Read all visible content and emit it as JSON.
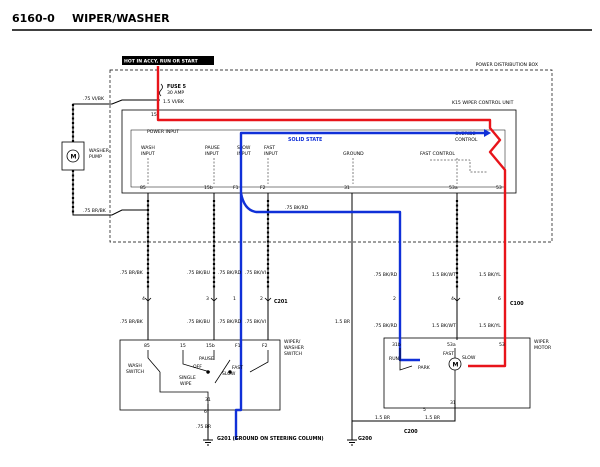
{
  "header": {
    "code": "6160-0",
    "title": "WIPER/WASHER"
  },
  "banner": "HOT IN ACCY, RUN OR START",
  "power_distribution_box": "POWER DISTRIBUTION BOX",
  "fuse": {
    "name": "FUSE 5",
    "rating": "30 AMP",
    "wire": "1.5 VI/BK"
  },
  "control_unit": {
    "title": "K15 WIPER CONTROL UNIT",
    "power_input": "POWER INPUT",
    "solid_state": "SOLID STATE",
    "override_control": [
      "OVERIDE",
      "CONTROL"
    ],
    "inputs": {
      "wash": [
        "WASH",
        "INPUT"
      ],
      "pause": [
        "PAUSE",
        "INPUT"
      ],
      "slow": [
        "SLOW",
        "INPUT"
      ],
      "fast": [
        "FAST",
        "INPUT"
      ],
      "ground": "GROUND",
      "fast_control": "FAST CONTROL"
    },
    "pins": [
      "15",
      "85",
      "15b",
      "F1",
      "F2",
      "31",
      "53a",
      "53"
    ]
  },
  "washer_pump": {
    "label": [
      "WASHER",
      "PUMP"
    ],
    "wire_top": ".75 VI/BK",
    "wire_bottom": ".75 BR/BK"
  },
  "wire_labels": {
    "upper": [
      ".75 BR/BK",
      ".75 BK/BU",
      ".75 BK/RD",
      ".75 BK/VI",
      ".75 BK/RD",
      "1.5 BK/WT",
      "1.5 BK/YL"
    ],
    "lower": [
      ".75 BR/BK",
      ".75 BK/BU",
      ".75 BK/RD",
      ".75 BK/VI",
      "1.5 BR",
      ".75 BK/RD",
      "1.5 BK/WT",
      "1.5 BK/YL"
    ],
    "cross_wire": ".75 BK/RD",
    "switch_ground": ".75 BR",
    "motor_ground": [
      "1.5 BR",
      "1.5 BR"
    ]
  },
  "connectors": {
    "c201": "C201",
    "c100": "C100",
    "c200": "C200",
    "c201_pins": [
      "4",
      "3",
      "1",
      "2"
    ],
    "c100_pins": [
      "2",
      "4",
      "6"
    ],
    "motor_ground_pin": "5"
  },
  "wiper_switch": {
    "label": [
      "WIPER/",
      "WASHER",
      "SWITCH"
    ],
    "pins": [
      "85",
      "15",
      "15b",
      "F1",
      "F2",
      "31"
    ],
    "positions": [
      "PAUSE",
      "OFF",
      "FAST",
      "SLOW"
    ],
    "wash_switch": [
      "WASH",
      "SWITCH"
    ],
    "single_wipe": [
      "SINGLE",
      "WIPE"
    ],
    "bottom_pin": "6"
  },
  "wiper_motor": {
    "label": [
      "WIPER",
      "MOTOR"
    ],
    "pins": [
      "53a",
      "31b",
      "53",
      "31"
    ],
    "run": "RUN",
    "park": "PARK",
    "fast": "FAST",
    "slow": "SLOW"
  },
  "grounds": {
    "g201": "G201 (GROUND ON STEERING COLUMN)",
    "g200": "G200"
  },
  "colors": {
    "hot": "#e8141a",
    "signal": "#1030d8",
    "ground": "#000000"
  }
}
